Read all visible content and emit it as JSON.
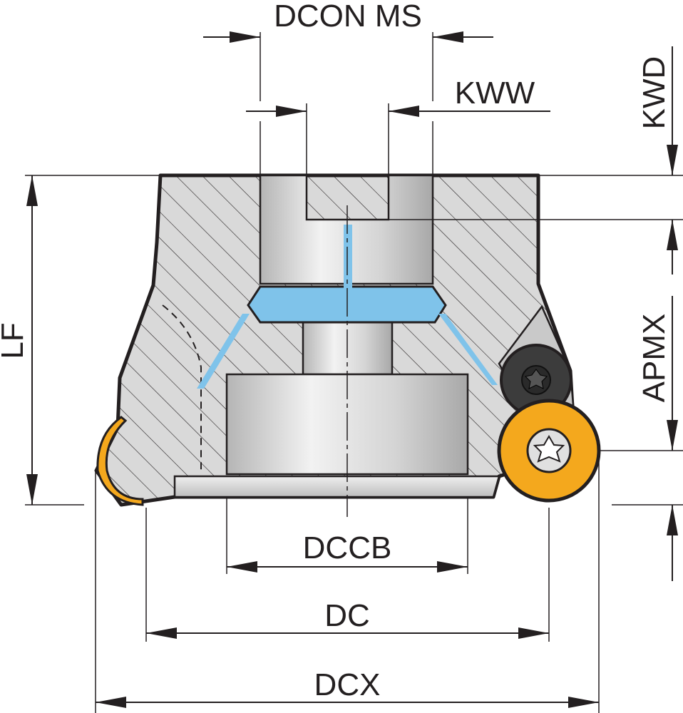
{
  "title": "Face milling cutter dimension drawing",
  "labels": {
    "dcon_ms": "DCON MS",
    "kww": "KWW",
    "kwd": "KWD",
    "lf": "LF",
    "apmx": "APMX",
    "dccb": "DCCB",
    "dc": "DC",
    "dcx": "DCX"
  },
  "colors": {
    "ink": "#231f20",
    "body_fill": "#d6d6d6",
    "coolant": "#7fc3ea",
    "insert": "#f4a81d",
    "screw_dark": "#3c3c3c"
  }
}
